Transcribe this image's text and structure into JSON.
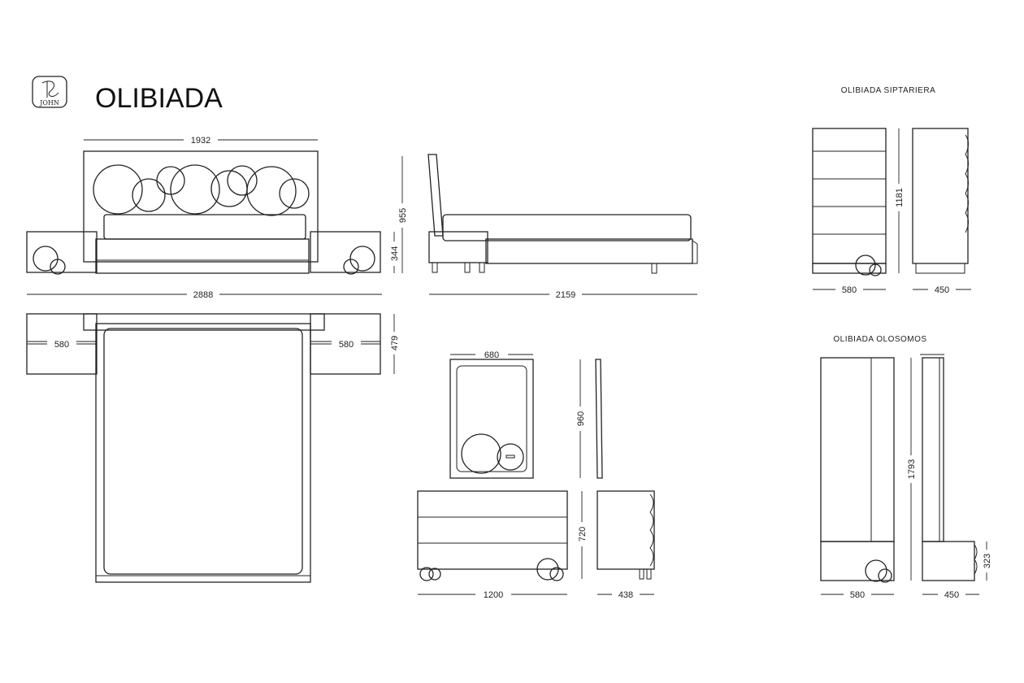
{
  "title": "OLIBIADA",
  "logo": {
    "icon": "brand-logo-icon",
    "text": "JOHN"
  },
  "labels": {
    "chest": "OLIBIADA  SIPTARIERA",
    "wardrobe": "OLIBIADA  OLOSOMOS"
  },
  "dimensions": {
    "headboard_width": "1932",
    "total_width": "2888",
    "bed_length": "2159",
    "headboard_height": "955",
    "nightstand_height": "344",
    "nightstand_depth": "479",
    "nightstand_width_left": "580",
    "nightstand_width_right": "580",
    "mirror_width": "680",
    "mirror_height": "960",
    "dresser_width": "1200",
    "dresser_height": "720",
    "dresser_depth": "438",
    "chest_width": "580",
    "chest_depth": "450",
    "chest_height": "1181",
    "wardrobe_width": "580",
    "wardrobe_depth": "450",
    "wardrobe_height": "1793",
    "wardrobe_base_height": "323"
  }
}
